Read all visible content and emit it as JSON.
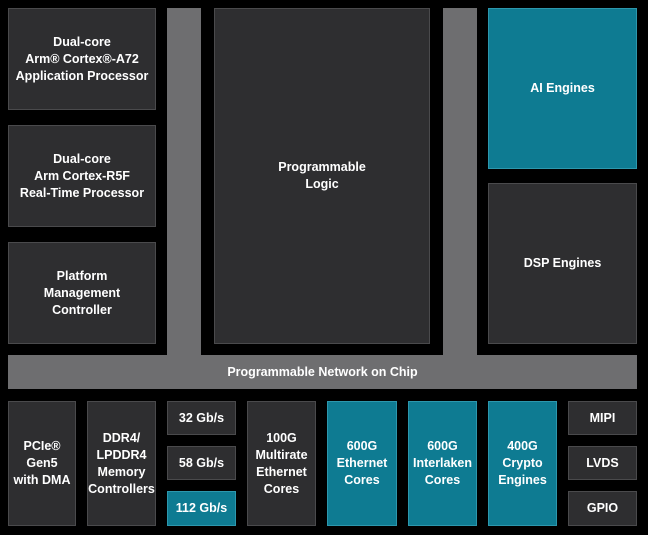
{
  "blocks": {
    "a72": "Dual-core\nArm® Cortex®-A72\nApplication Processor",
    "r5f": "Dual-core\nArm Cortex-R5F\nReal-Time Processor",
    "pmc": "Platform\nManagement\nController",
    "pl": "Programmable\nLogic",
    "ai": "AI Engines",
    "dsp": "DSP Engines",
    "noc": "Programmable Network on Chip",
    "pcie": "PCIe®\nGen5\nwith DMA",
    "ddr": "DDR4/\nLPDDR4\nMemory\nControllers",
    "gbs32": "32 Gb/s",
    "gbs58": "58 Gb/s",
    "gbs112": "112 Gb/s",
    "eth100": "100G\nMultirate\nEthernet\nCores",
    "eth600": "600G\nEthernet\nCores",
    "ilk600": "600G\nInterlaken\nCores",
    "crypto400": "400G\nCrypto\nEngines",
    "mipi": "MIPI",
    "lvds": "LVDS",
    "gpio": "GPIO"
  },
  "colors": {
    "background": "#000000",
    "block": "#2e2e30",
    "highlight": "#0e7b92",
    "interconnect": "#6e6e70"
  }
}
